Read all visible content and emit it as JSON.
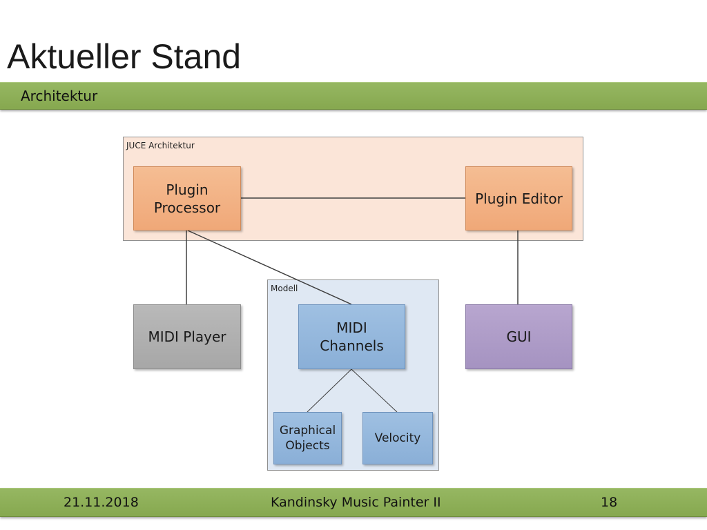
{
  "slide": {
    "title": "Aktueller Stand",
    "subtitle": "Architektur"
  },
  "diagram": {
    "juce_container": {
      "label": "JUCE Architektur"
    },
    "modell_container": {
      "label": "Modell"
    },
    "nodes": {
      "plugin_processor": "Plugin\nProcessor",
      "plugin_editor": "Plugin Editor",
      "midi_player": "MIDI Player",
      "midi_channels": "MIDI\nChannels",
      "gui": "GUI",
      "graphical_objects": "Graphical\nObjects",
      "velocity": "Velocity"
    },
    "colors": {
      "processor_fill": "#f0a878",
      "player_fill": "#a7a7a7",
      "channels_fill": "#8aafd7",
      "gui_fill": "#a593c1",
      "juce_fill": "#fbe5d8",
      "modell_fill": "#dfe8f3",
      "bar_green": "#8aab55"
    }
  },
  "footer": {
    "date": "21.11.2018",
    "presentation": "Kandinsky Music Painter II",
    "page_number": "18"
  }
}
